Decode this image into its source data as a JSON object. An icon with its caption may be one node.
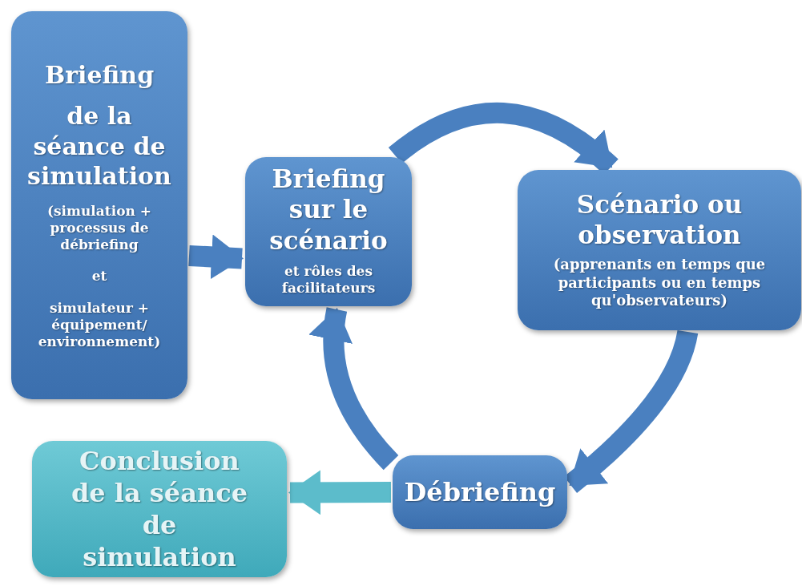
{
  "diagram": {
    "nodes": [
      {
        "text": [
          "Briefing",
          "de la séance de simulation",
          "(simulation + processus de débriefing",
          "et",
          "simulateur + équipement/ environnement)"
        ]
      },
      {
        "text": [
          "Briefing sur le scénario",
          "et rôles des facilitateurs"
        ]
      },
      {
        "text": [
          "Scénario ou observation",
          "(apprenants en temps que participants ou en temps qu'observateurs)"
        ]
      },
      {
        "text": [
          "Débriefing"
        ]
      },
      {
        "text": [
          "Conclusion de la séance de simulation"
        ]
      }
    ],
    "edges": [
      {
        "from": 0,
        "to": 1,
        "arrow": "to"
      },
      {
        "from": 1,
        "to": 2,
        "arrow": "to"
      },
      {
        "from": 2,
        "to": 3,
        "arrow": "to"
      },
      {
        "from": 3,
        "to": 1,
        "arrow": "to"
      },
      {
        "from": 3,
        "to": 4,
        "arrow": "to"
      }
    ]
  }
}
